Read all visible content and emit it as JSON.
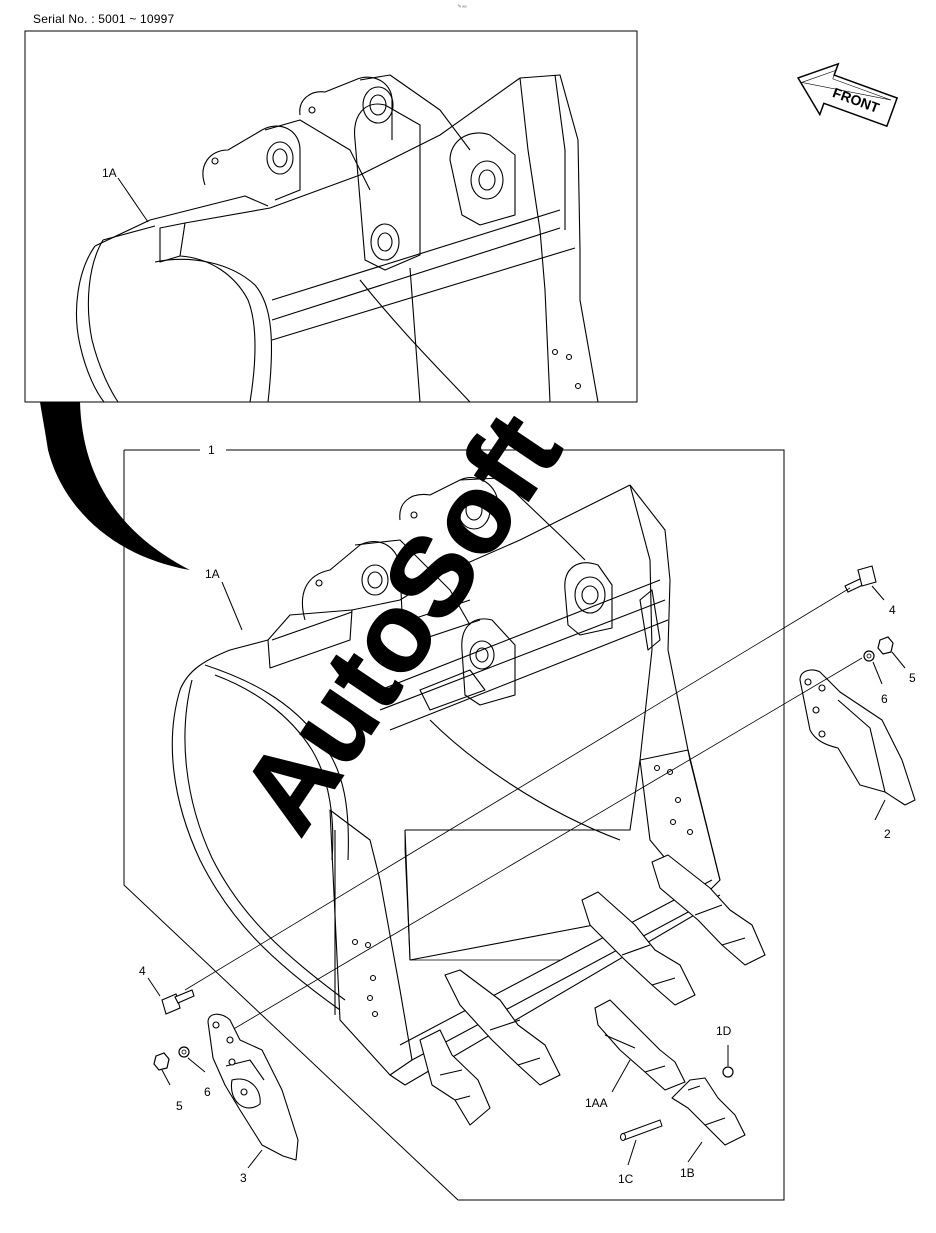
{
  "header": {
    "serial": "Serial No. : 5001 ~ 10997",
    "tiny_mark": "ᵃₑ ₒₒₒ"
  },
  "direction_arrow": {
    "label": "FRONT",
    "icon": "front-arrow-icon"
  },
  "watermark": {
    "text": "AutoSoft"
  },
  "labels": {
    "assembly": "1",
    "bucket_top": "1A",
    "bucket_main": "1A",
    "bolt_right": "4",
    "nut_right": "5",
    "washer_right": "6",
    "side_cutter_right": "2",
    "bolt_left": "4",
    "nut_left": "5",
    "washer_left": "6",
    "side_cutter_left": "3",
    "tooth_adapter": "1AA",
    "lock": "1D",
    "pin": "1C",
    "tooth_point": "1B"
  }
}
